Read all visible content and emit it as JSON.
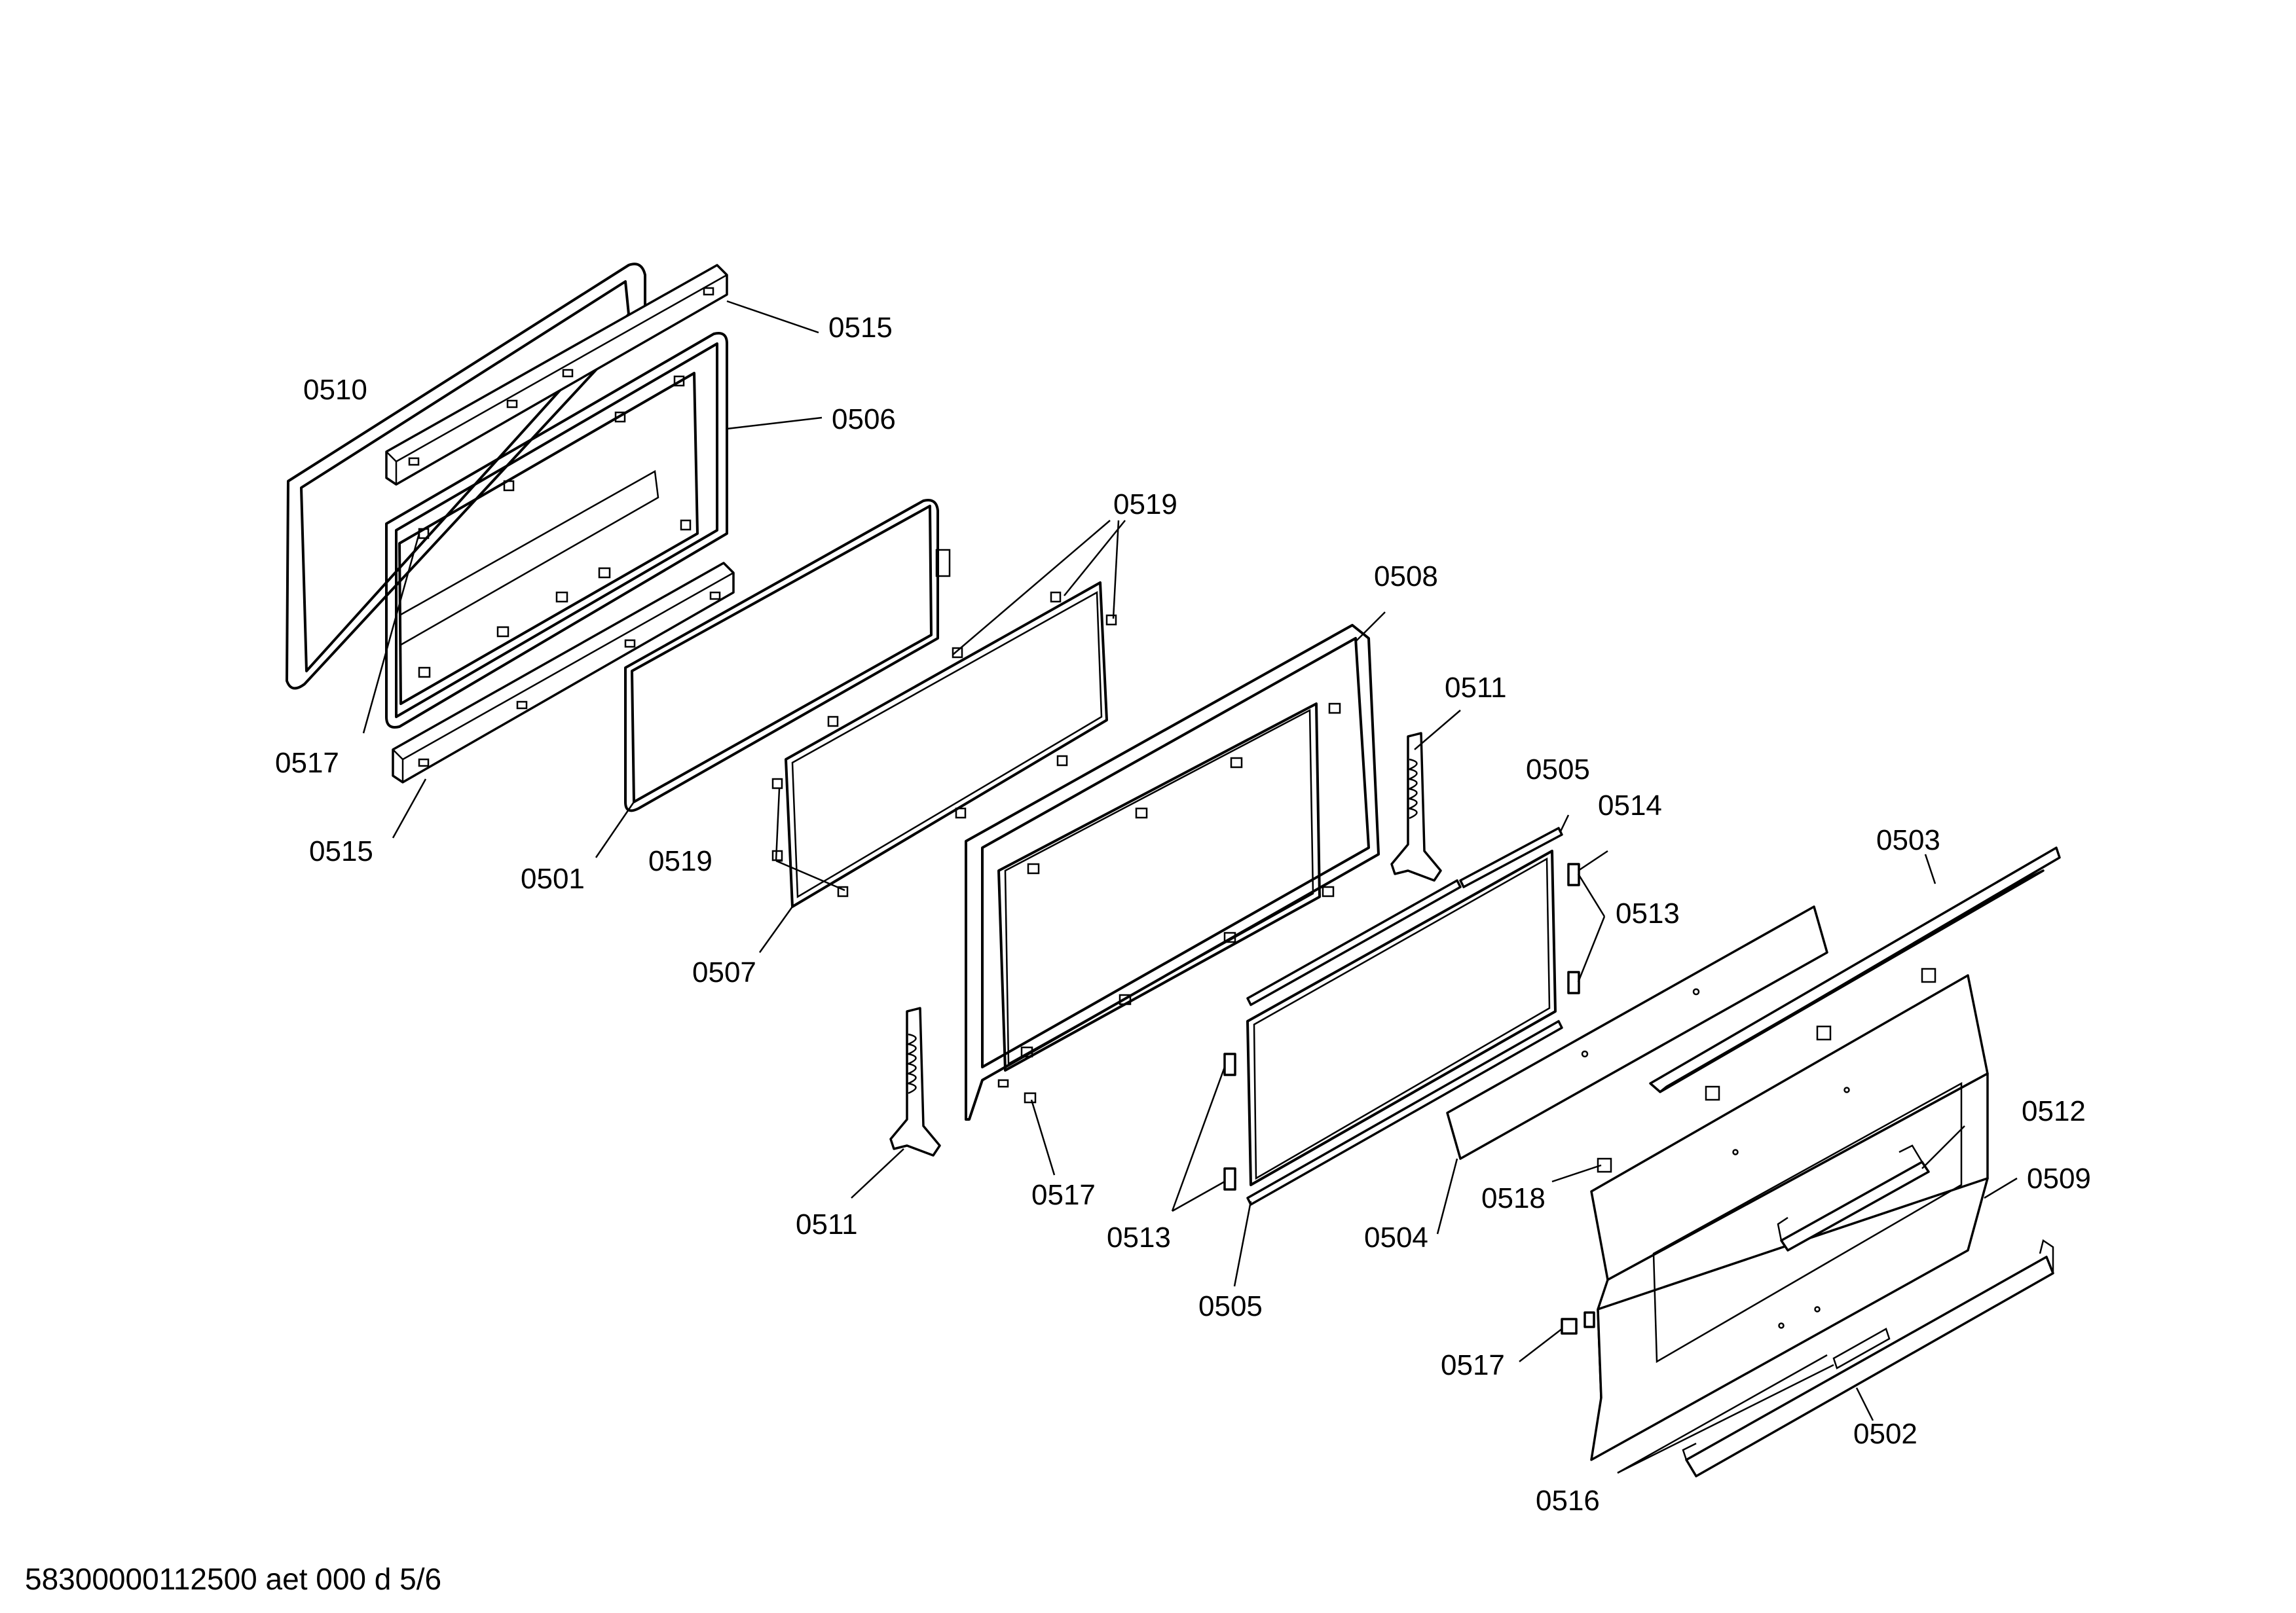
{
  "labels": {
    "l0510": "0510",
    "l0515a": "0515",
    "l0506": "0506",
    "l0519a": "0519",
    "l0508": "0508",
    "l0517a": "0517",
    "l0515b": "0515",
    "l0501": "0501",
    "l0519b": "0519",
    "l0507": "0507",
    "l0511a": "0511",
    "l0505a": "0505",
    "l0514": "0514",
    "l0503": "0503",
    "l0513a": "0513",
    "l0511b": "0511",
    "l0517b": "0517",
    "l0513b": "0513",
    "l0505b": "0505",
    "l0504": "0504",
    "l0518": "0518",
    "l0512": "0512",
    "l0509": "0509",
    "l0517c": "0517",
    "l0502": "0502",
    "l0516": "0516"
  },
  "footer": {
    "document_id": "58300000112500 aet 000 d 5/6"
  }
}
